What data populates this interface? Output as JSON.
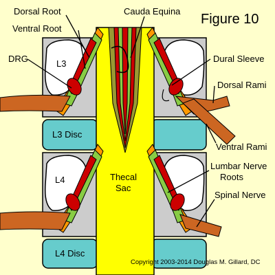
{
  "figure_title": "Figure 10",
  "labels": {
    "dorsal_root": "Dorsal Root",
    "ventral_root": "Ventral Root",
    "drg": "DRG",
    "l3": "L3",
    "l3_disc": "L3 Disc",
    "l4": "L4",
    "l4_disc": "L4 Disc",
    "cauda_equina": "Cauda Equina",
    "thecal_sac_line1": "Thecal",
    "thecal_sac_line2": "Sac",
    "dural_sleeve": "Dural Sleeve",
    "dorsal_rami": "Dorsal Rami",
    "ventral_rami": "Ventral Rami",
    "lumbar_nerve_roots_line1": "Lumbar Nerve",
    "lumbar_nerve_roots_line2": "Roots",
    "spinal_nerve": "Spinal Nerve",
    "copyright": "Copyright 2003-2014 Douglas M. Gillard, DC"
  },
  "colors": {
    "background": "#ffffcc",
    "vertebra": "#cccccc",
    "disc": "#66cccc",
    "thecal_sac": "#ffff00",
    "nerve_red": "#cc0000",
    "nerve_green": "#88cc44",
    "nerve_olive": "#999933",
    "nerve_brown": "#cc6622",
    "nerve_orange": "#ff9900"
  }
}
